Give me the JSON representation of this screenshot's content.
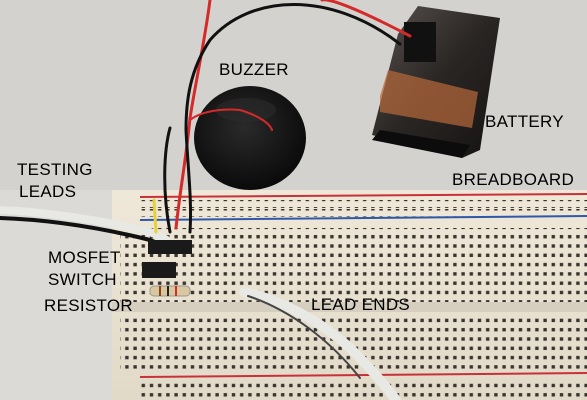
{
  "labels": {
    "buzzer": "BUZZER",
    "battery": "BATTERY",
    "testing_leads_line1": "TESTING",
    "testing_leads_line2": "LEADS",
    "breadboard": "BREADBOARD",
    "mosfet_line1": "MOSFET",
    "mosfet_line2": "SWITCH",
    "resistor": "RESISTOR",
    "lead_ends": "LEAD ENDS"
  },
  "colors": {
    "background": "#d8d6d2",
    "breadboard": "#e9e2d2",
    "rail_red": "#c8313a",
    "rail_blue": "#2f59a8",
    "wire_red": "#d42a2a",
    "wire_black": "#111111",
    "wire_white": "#e8e8e4"
  }
}
